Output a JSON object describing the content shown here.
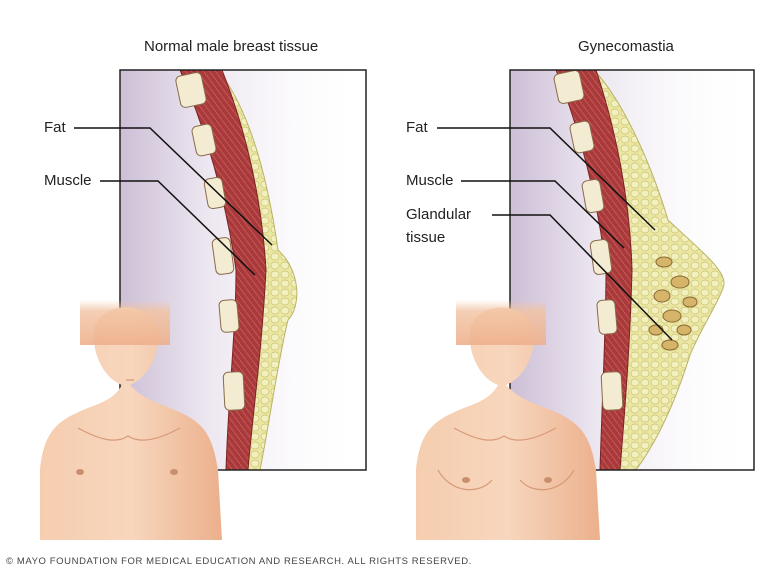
{
  "panels": [
    {
      "title": "Normal male breast tissue",
      "labels": {
        "fat": "Fat",
        "muscle": "Muscle"
      }
    },
    {
      "title": "Gynecomastia",
      "labels": {
        "fat": "Fat",
        "muscle": "Muscle",
        "glandular_line1": "Glandular",
        "glandular_line2": "tissue"
      }
    }
  ],
  "footer": "© MAYO FOUNDATION FOR MEDICAL EDUCATION AND RESEARCH. ALL RIGHTS RESERVED.",
  "colors": {
    "muscle": "#a8383a",
    "fat": "#e8e39a",
    "bone": "#f3ecd2",
    "skin": "#f2c3a2",
    "frame": "#222222"
  }
}
